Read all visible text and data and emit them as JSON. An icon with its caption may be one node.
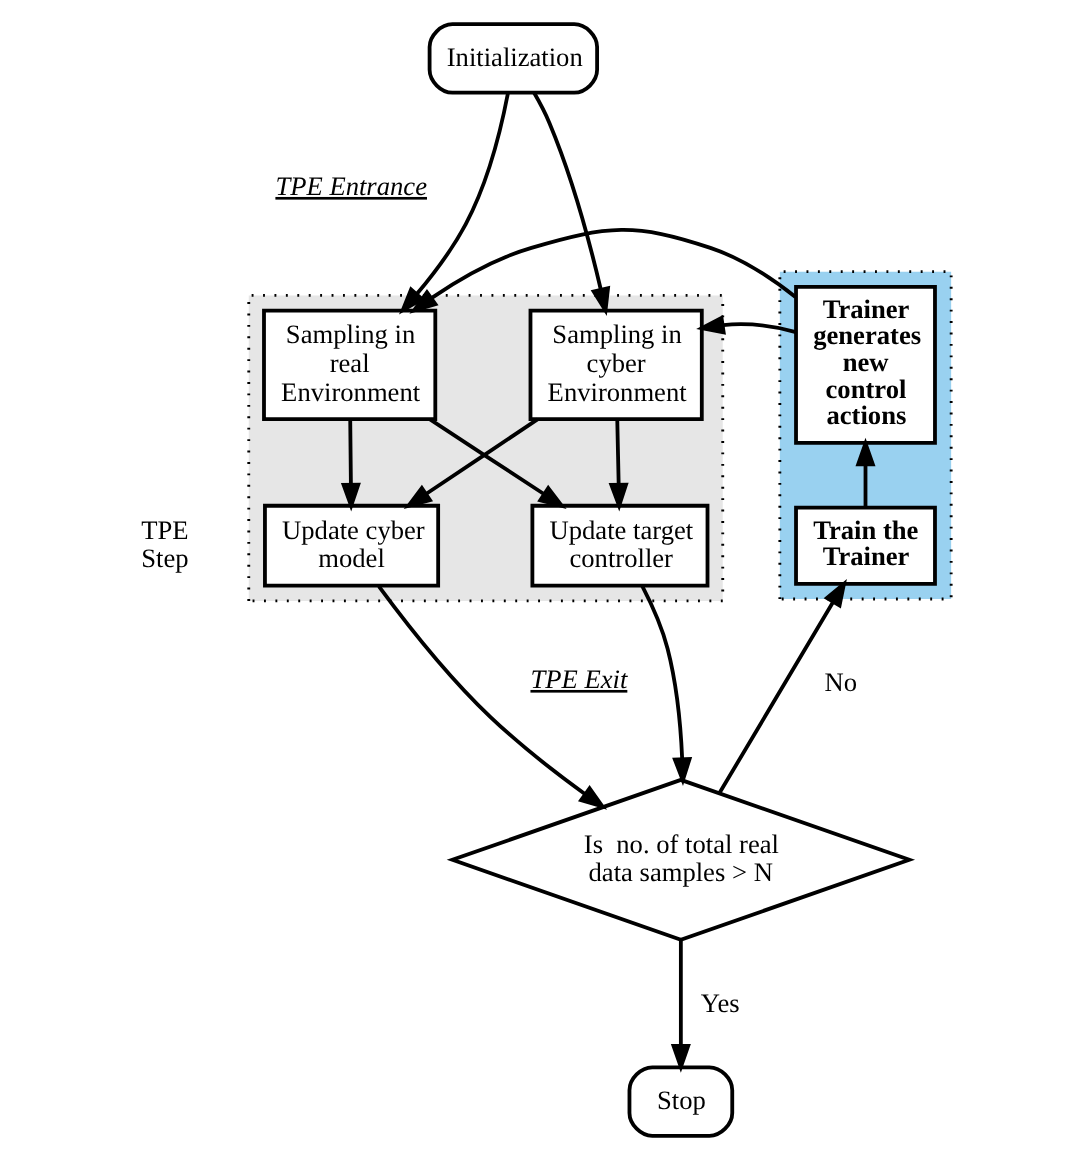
{
  "diagram": {
    "nodes": [
      {
        "text": [
          "Initialization"
        ]
      },
      {
        "text": [],
        "shape": "box",
        "beside": [
          "TPE Step"
        ]
      },
      {
        "text": [
          "Sampling in real Environment"
        ],
        "in": 1
      },
      {
        "text": [
          "Sampling in cyber Environment"
        ],
        "in": 1
      },
      {
        "text": [
          "Update target controller"
        ],
        "in": 1
      },
      {
        "text": [
          "Update cyber model"
        ],
        "in": 1
      },
      {
        "text": [],
        "shape": "box"
      },
      {
        "text": [
          "Trainer generates new control actions"
        ],
        "in": 6
      },
      {
        "text": [
          "Train the Trainer"
        ],
        "in": 6
      },
      {
        "text": [
          "Is  no. of total real data samples > N"
        ]
      },
      {
        "text": [
          "Stop"
        ]
      }
    ],
    "edges": [
      {
        "from": 0,
        "to": 2,
        "arrow": "to"
      },
      {
        "from": 0,
        "to": 3,
        "arrow": "to"
      },
      {
        "from": 2,
        "to": 4,
        "arrow": "to"
      },
      {
        "from": 2,
        "to": 5,
        "arrow": "to"
      },
      {
        "from": 3,
        "to": 4,
        "arrow": "to"
      },
      {
        "from": 3,
        "to": 5,
        "arrow": "to"
      },
      {
        "from": 4,
        "to": 9,
        "arrow": "to"
      },
      {
        "from": 5,
        "to": 9,
        "arrow": "to"
      },
      {
        "from": 9,
        "to": 8,
        "arrow": "to",
        "label": "No"
      },
      {
        "from": 8,
        "to": 7,
        "arrow": "to"
      },
      {
        "from": 7,
        "to": 2,
        "arrow": "to"
      },
      {
        "from": 7,
        "to": 3,
        "arrow": "to"
      },
      {
        "from": 9,
        "to": 10,
        "arrow": "to",
        "label": "Yes"
      }
    ],
    "labels": [
      "TPE Entrance",
      "TPE Exit"
    ]
  }
}
